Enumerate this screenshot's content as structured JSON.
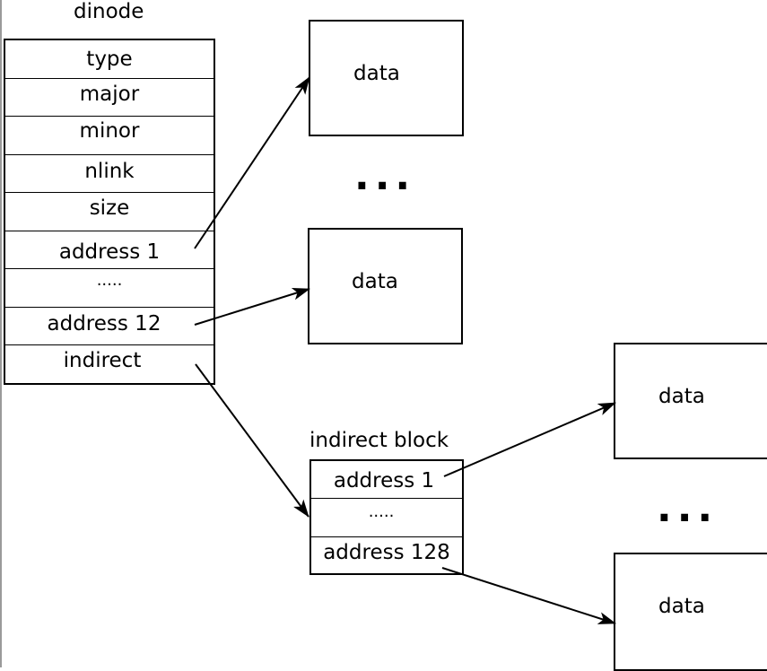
{
  "dinode": {
    "title": "dinode",
    "fields": [
      "type",
      "major",
      "minor",
      "nlink",
      "size",
      "address 1",
      ".....",
      "address 12",
      "indirect"
    ]
  },
  "data_blocks": {
    "top": "data",
    "middle": "data",
    "right_top": "data",
    "right_bottom": "data"
  },
  "indirect_block": {
    "title": "indirect block",
    "fields": [
      "address 1",
      ".....",
      "address 128"
    ]
  },
  "ellipses": {
    "middle_gap": "...",
    "right_gap": "..."
  }
}
